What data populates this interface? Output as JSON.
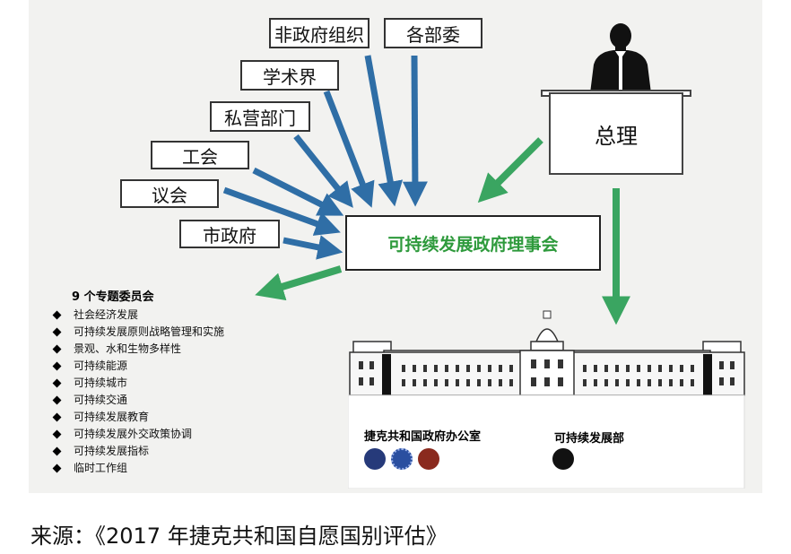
{
  "stakeholders": {
    "ngo": "非政府组织",
    "ministries": "各部委",
    "academia": "学术界",
    "private_sector": "私营部门",
    "unions": "工会",
    "parliament": "议会",
    "municipalities": "市政府"
  },
  "prime_minister": "总理",
  "council": "可持续发展政府理事会",
  "committees": {
    "title": "9 个专题委员会",
    "items": [
      "社会经济发展",
      "可持续发展原则战略管理和实施",
      "景观、水和生物多样性",
      "可持续能源",
      "可持续城市",
      "可持续交通",
      "可持续发展教育",
      "可持续发展外交政策协调",
      "可持续发展指标",
      "临时工作组"
    ]
  },
  "offices": {
    "government_office": "捷克共和国政府办公室",
    "sd_department": "可持续发展部"
  },
  "colors": {
    "stakeholder_arrow": "#2f6ea6",
    "green_arrow": "#3aa561",
    "council_text": "#2e9a3c"
  },
  "source": "来源：《2017 年捷克共和国自愿国别评估》"
}
